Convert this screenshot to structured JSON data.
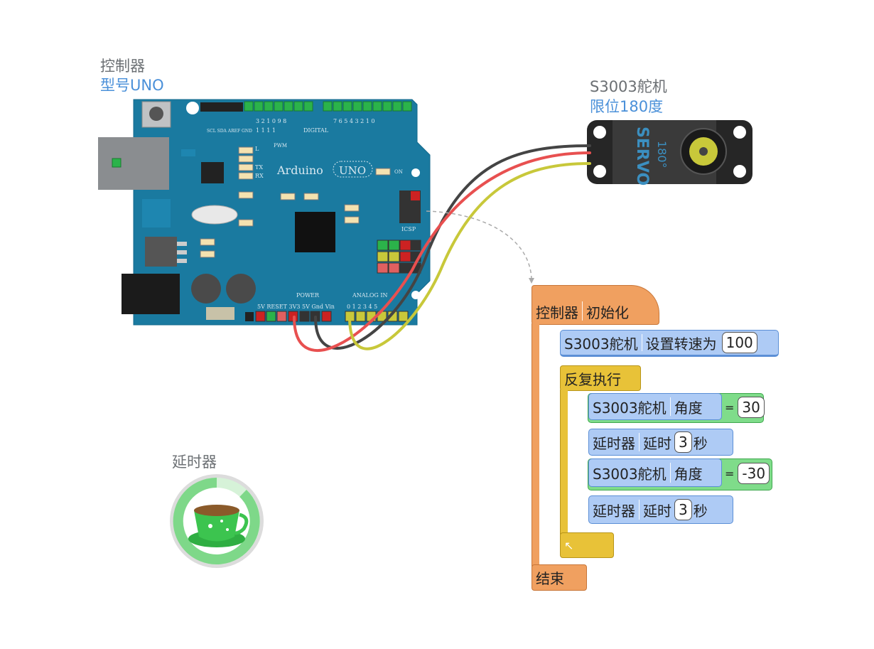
{
  "controller": {
    "title": "控制器",
    "model": "型号UNO"
  },
  "servo": {
    "title": "S3003舵机",
    "limit": "限位180度",
    "face_label": "SERVO",
    "angle_label": "180°"
  },
  "timer": {
    "title": "延时器"
  },
  "board": {
    "brand": "Arduino",
    "uno": "UNO",
    "on": "ON",
    "digital": "DIGITAL",
    "power": "POWER",
    "analog": "ANALOG IN",
    "icsp": "ICSP",
    "digital_top": "3 2 1 0 9 8",
    "digital_top2": "1 1 1 1",
    "digital_right": "7 6 5 4 3 2 1 0",
    "pins_left": "SCL SDA AREF GND",
    "pwm": "PWM",
    "tx": "TX",
    "rx": "RX",
    "power_pins": "5V RESET 3V3 5V Gnd Vin",
    "analog_pins": "0 1 2 3 4 5",
    "l": "L"
  },
  "program": {
    "setup_block": {
      "target": "控制器",
      "action": "初始化"
    },
    "set_speed": {
      "target": "S3003舵机",
      "action": "设置转速为",
      "value": "100"
    },
    "loop": {
      "label": "反复执行",
      "return_icon": "↖"
    },
    "angle1": {
      "target": "S3003舵机",
      "action": "角度",
      "op": "=",
      "value": "30"
    },
    "delay1": {
      "target": "延时器",
      "action": "延时",
      "value": "3",
      "unit": "秒"
    },
    "angle2": {
      "target": "S3003舵机",
      "action": "角度",
      "op": "=",
      "value": "-30"
    },
    "delay2": {
      "target": "延时器",
      "action": "延时",
      "value": "3",
      "unit": "秒"
    },
    "end": {
      "label": "结束"
    }
  },
  "colors": {
    "board": "#1a7aa0",
    "wire_black": "#444444",
    "wire_red": "#e85050",
    "wire_yellow": "#c8c83a",
    "block_orange": "#f0a060",
    "block_blue": "#aecbf5",
    "block_yellow": "#e8c238",
    "block_green": "#7fdc8a"
  }
}
